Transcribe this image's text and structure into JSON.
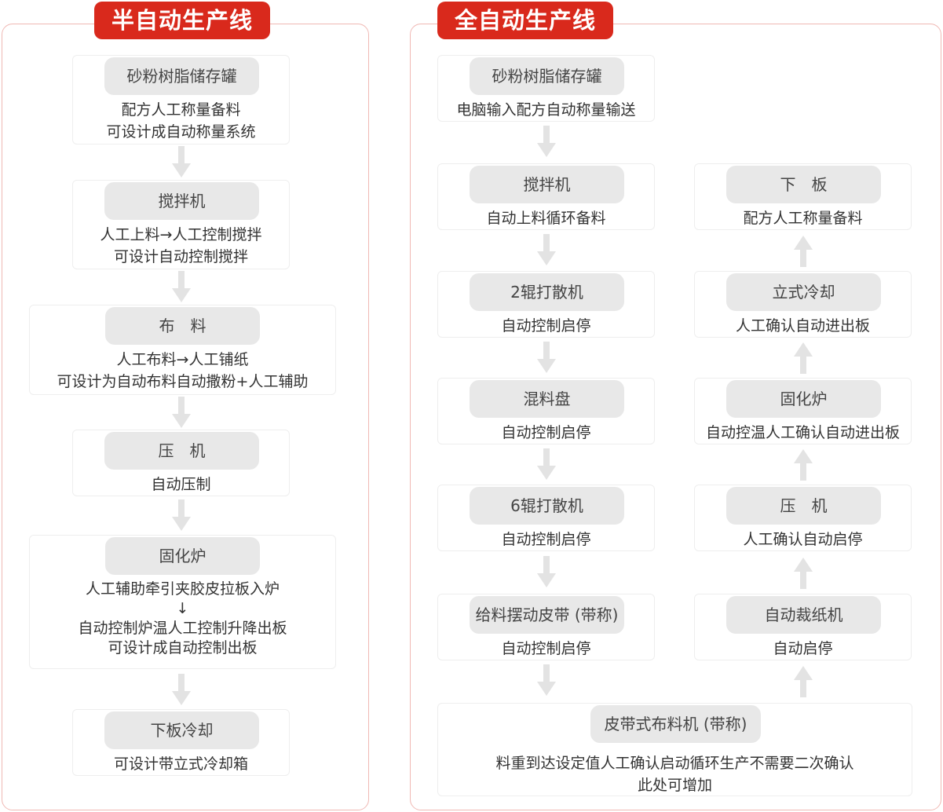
{
  "semi": {
    "title": "半自动生产线",
    "steps": [
      {
        "name": "砂粉树脂储存罐",
        "lines": [
          "配方人工称量备料",
          "可设计成自动称量系统"
        ]
      },
      {
        "name": "搅拌机",
        "lines": [
          "人工上料→人工控制搅拌",
          "可设计自动控制搅拌"
        ]
      },
      {
        "name": "布　料",
        "lines": [
          "人工布料→人工铺纸",
          "可设计为自动布料自动撒粉+人工辅助"
        ]
      },
      {
        "name": "压　机",
        "lines": [
          "自动压制"
        ]
      },
      {
        "name": "固化炉",
        "lines": [
          "人工辅助牵引夹胶皮拉板入炉",
          "↓",
          "自动控制炉温人工控制升降出板",
          "可设计成自动控制出板"
        ]
      },
      {
        "name": "下板冷却",
        "lines": [
          "可设计带立式冷却箱"
        ]
      }
    ]
  },
  "full": {
    "title": "全自动生产线",
    "left_steps": [
      {
        "name": "砂粉树脂储存罐",
        "lines": [
          "电脑输入配方自动称量输送"
        ]
      },
      {
        "name": "搅拌机",
        "lines": [
          "自动上料循环备料"
        ]
      },
      {
        "name": "2辊打散机",
        "lines": [
          "自动控制启停"
        ]
      },
      {
        "name": "混料盘",
        "lines": [
          "自动控制启停"
        ]
      },
      {
        "name": "6辊打散机",
        "lines": [
          "自动控制启停"
        ]
      },
      {
        "name": "给料摆动皮带 (带称)",
        "lines": [
          "自动控制启停"
        ]
      }
    ],
    "bottom_step": {
      "name": "皮带式布料机 (带称)",
      "lines": [
        "料重到达设定值人工确认启动循环生产不需要二次确认",
        "此处可增加"
      ]
    },
    "right_steps": [
      {
        "name": "下　板",
        "lines": [
          "配方人工称量备料"
        ]
      },
      {
        "name": "立式冷却",
        "lines": [
          "人工确认自动进出板"
        ]
      },
      {
        "name": "固化炉",
        "lines": [
          "自动控温人工确认自动进出板"
        ]
      },
      {
        "name": "压　机",
        "lines": [
          "人工确认自动启停"
        ]
      },
      {
        "name": "自动裁纸机",
        "lines": [
          "自动启停"
        ]
      }
    ]
  },
  "colors": {
    "accent": "#d9291c",
    "pill": "#e8e8e8",
    "arrow": "#e3e3e3"
  }
}
